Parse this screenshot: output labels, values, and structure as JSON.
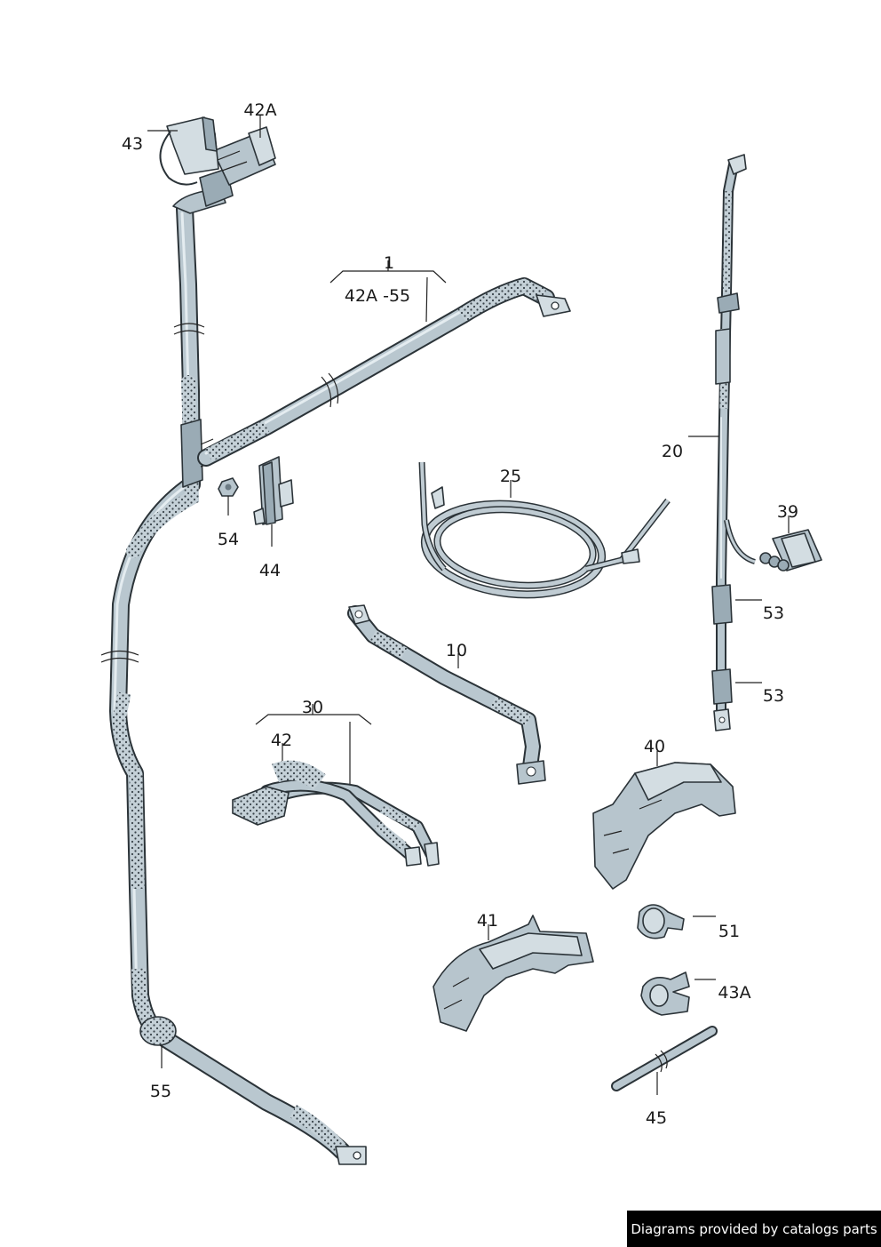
{
  "diagram": {
    "labels": {
      "l1": "1",
      "l42a_55": "42A -55",
      "l42a_top": "42A",
      "l43": "43",
      "l54": "54",
      "l44": "44",
      "l25": "25",
      "l20": "20",
      "l39": "39",
      "l53a": "53",
      "l53b": "53",
      "l10": "10",
      "l30": "30",
      "l42": "42",
      "l40": "40",
      "l41": "41",
      "l51": "51",
      "l43a": "43A",
      "l45": "45",
      "l55": "55"
    }
  },
  "watermark": "Diagrams provided by catalogs parts",
  "colors": {
    "outline": "#2b3338",
    "cable_fill": "#b9c7cf",
    "highlight": "#e4ecf0",
    "background": "#ffffff"
  }
}
